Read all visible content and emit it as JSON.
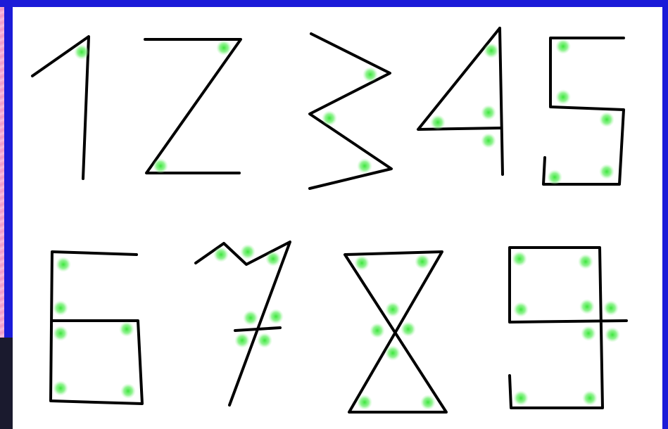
{
  "image": {
    "subject": "digits-1-to-9-drawn-with-angles",
    "digits": [
      "1",
      "2",
      "3",
      "4",
      "5",
      "6",
      "7",
      "8",
      "9"
    ],
    "stroke_color": "#000000",
    "dot_color": "#39e639",
    "border_color": "#1b1bd8",
    "background_pattern_color": "#f4aed4"
  }
}
